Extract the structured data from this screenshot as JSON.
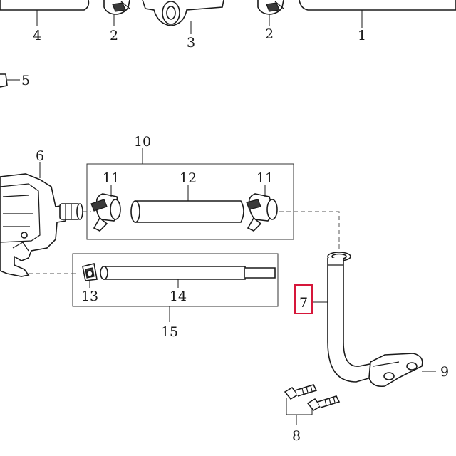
{
  "diagram": {
    "callouts": {
      "c1": "1",
      "c2a": "2",
      "c2b": "2",
      "c3": "3",
      "c4": "4",
      "c5": "5",
      "c6": "6",
      "c7": "7",
      "c8": "8",
      "c9": "9",
      "c10": "10",
      "c11a": "11",
      "c11b": "11",
      "c12": "12",
      "c13": "13",
      "c14": "14",
      "c15": "15"
    },
    "highlighted_callout": "7",
    "highlight_color": "#d6173a"
  }
}
